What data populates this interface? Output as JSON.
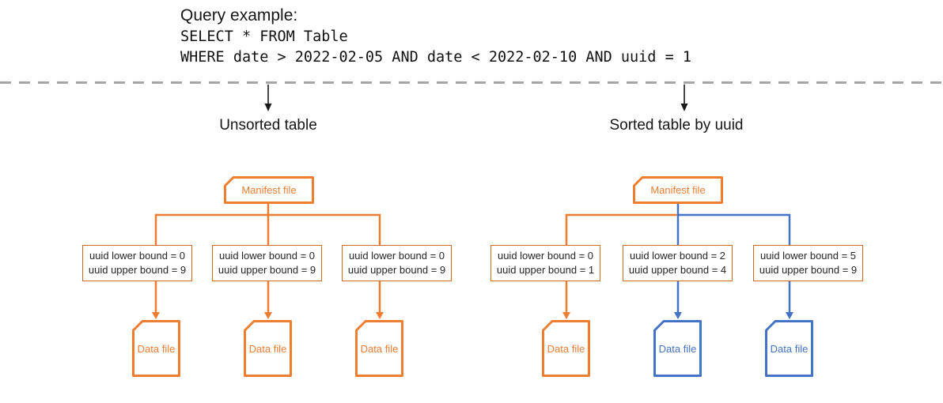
{
  "colors": {
    "orange": "#ED7D31",
    "blue": "#4472C4",
    "ink": "#1A1A1A",
    "divider": "#A6A6A6"
  },
  "query": {
    "title": "Query example:",
    "code_lines": [
      "SELECT * FROM Table",
      "WHERE date > 2022-02-05 AND date < 2022-02-10 AND uuid = 1"
    ]
  },
  "diagrams": [
    {
      "title": "Unsorted table",
      "manifest_label": "Manifest file",
      "columns": [
        {
          "bounds": [
            "uuid lower bound = 0",
            "uuid upper bound = 9"
          ],
          "file_label": "Data file",
          "color": "orange"
        },
        {
          "bounds": [
            "uuid lower bound = 0",
            "uuid upper bound = 9"
          ],
          "file_label": "Data file",
          "color": "orange"
        },
        {
          "bounds": [
            "uuid lower bound = 0",
            "uuid upper bound = 9"
          ],
          "file_label": "Data file",
          "color": "orange"
        }
      ]
    },
    {
      "title": "Sorted table by uuid",
      "manifest_label": "Manifest file",
      "columns": [
        {
          "bounds": [
            "uuid lower bound = 0",
            "uuid upper bound = 1"
          ],
          "file_label": "Data file",
          "color": "orange"
        },
        {
          "bounds": [
            "uuid lower bound = 2",
            "uuid upper bound = 4"
          ],
          "file_label": "Data file",
          "color": "blue"
        },
        {
          "bounds": [
            "uuid lower bound = 5",
            "uuid upper bound = 9"
          ],
          "file_label": "Data file",
          "color": "blue"
        }
      ]
    }
  ]
}
